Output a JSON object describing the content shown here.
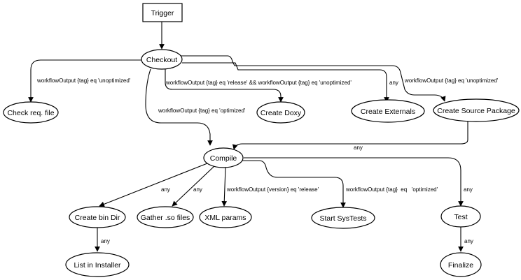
{
  "nodes": {
    "trigger": "Trigger",
    "checkout": "Checkout",
    "check_req_file": "Check req. file",
    "create_doxy": "Create Doxy",
    "create_externals": "Create Externals",
    "create_source_package": "Create Source Package",
    "compile": "Compile",
    "create_bin_dir": "Create bin Dir",
    "gather_so_files": "Gather .so files",
    "xml_params": "XML params",
    "start_systests": "Start SysTests",
    "test": "Test",
    "list_in_installer": "List in Installer",
    "finalize": "Finalize"
  },
  "edges": {
    "checkout_to_check_req": "workflowOutput {tag} eq 'unoptimized'",
    "checkout_to_doxy": "workflowOutput {tag} eq 'release' && workflowOutput {tag} eq 'unoptimized'",
    "checkout_to_externals": "any",
    "checkout_to_source_package": "workflowOutput {tag} eq 'unoptimized'",
    "checkout_to_compile": "workflowOutput {tag} eq 'optimized'",
    "source_package_to_compile": "any",
    "compile_to_bin_dir": "any",
    "compile_to_so_files": "any",
    "compile_to_xml": "workflowOutput {version} eq 'release'",
    "compile_to_systests": "workflowOutput {tag}  eq   'optimized'",
    "compile_to_test": "any",
    "bin_dir_to_installer": "any",
    "test_to_finalize": "any"
  }
}
